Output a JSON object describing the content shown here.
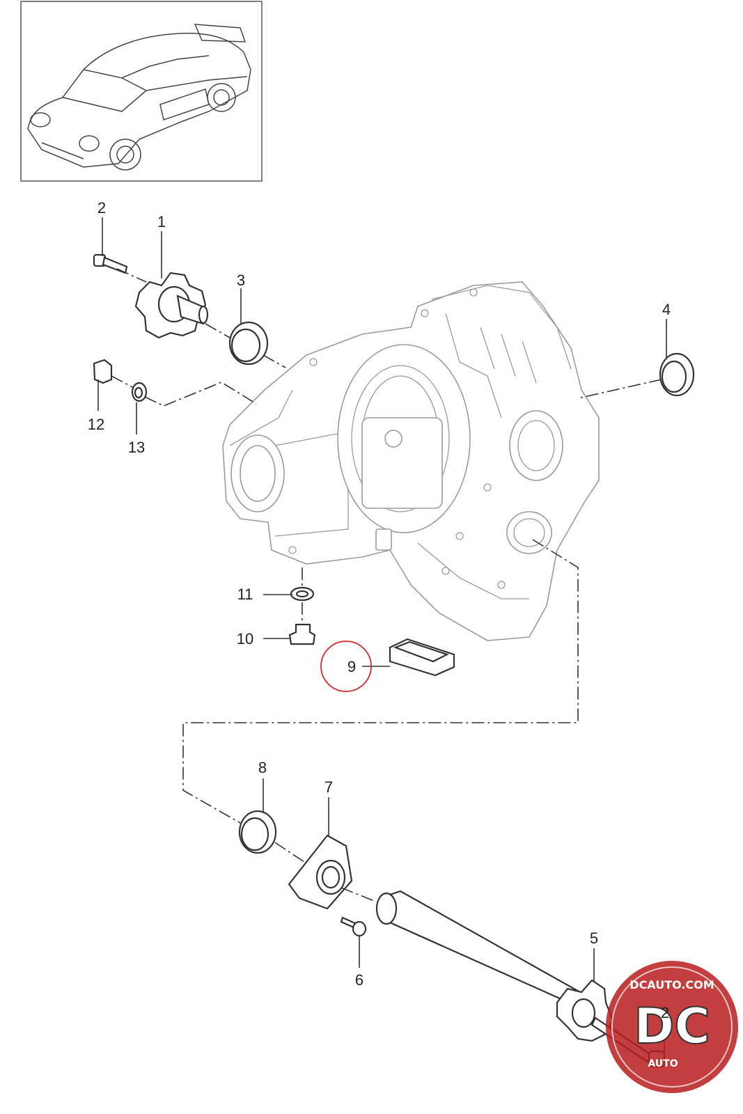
{
  "diagram": {
    "callouts": [
      {
        "id": "c1",
        "label": "1"
      },
      {
        "id": "c2a",
        "label": "2"
      },
      {
        "id": "c3",
        "label": "3"
      },
      {
        "id": "c4",
        "label": "4"
      },
      {
        "id": "c5",
        "label": "5"
      },
      {
        "id": "c6",
        "label": "6"
      },
      {
        "id": "c7",
        "label": "7"
      },
      {
        "id": "c8",
        "label": "8"
      },
      {
        "id": "c9",
        "label": "9"
      },
      {
        "id": "c10",
        "label": "10"
      },
      {
        "id": "c11",
        "label": "11"
      },
      {
        "id": "c12",
        "label": "12"
      },
      {
        "id": "c13",
        "label": "13"
      },
      {
        "id": "c2b",
        "label": "2"
      }
    ],
    "highlighted_part": "9",
    "highlight_color": "#d9262b"
  },
  "watermark": {
    "site": "DCAUTO.COM",
    "letters": "DC",
    "sub": "AUTO",
    "color": "#b81c1c"
  }
}
